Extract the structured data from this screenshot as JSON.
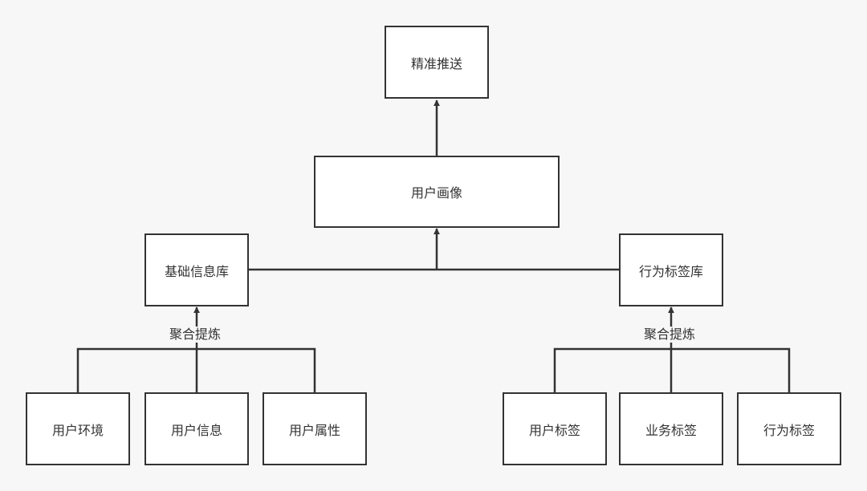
{
  "diagram": {
    "colors": {
      "background": "#f7f7f7",
      "stroke": "#333333",
      "node_fill": "#ffffff"
    },
    "nodes": {
      "precise_push": "精准推送",
      "user_profile": "用户画像",
      "basic_info_db": "基础信息库",
      "behavior_tag_db": "行为标签库",
      "user_env": "用户环境",
      "user_info": "用户信息",
      "user_attr": "用户属性",
      "user_tag": "用户标签",
      "business_tag": "业务标签",
      "behavior_tag": "行为标签"
    },
    "edge_labels": {
      "left_aggregate": "聚合提炼",
      "right_aggregate": "聚合提炼"
    }
  }
}
